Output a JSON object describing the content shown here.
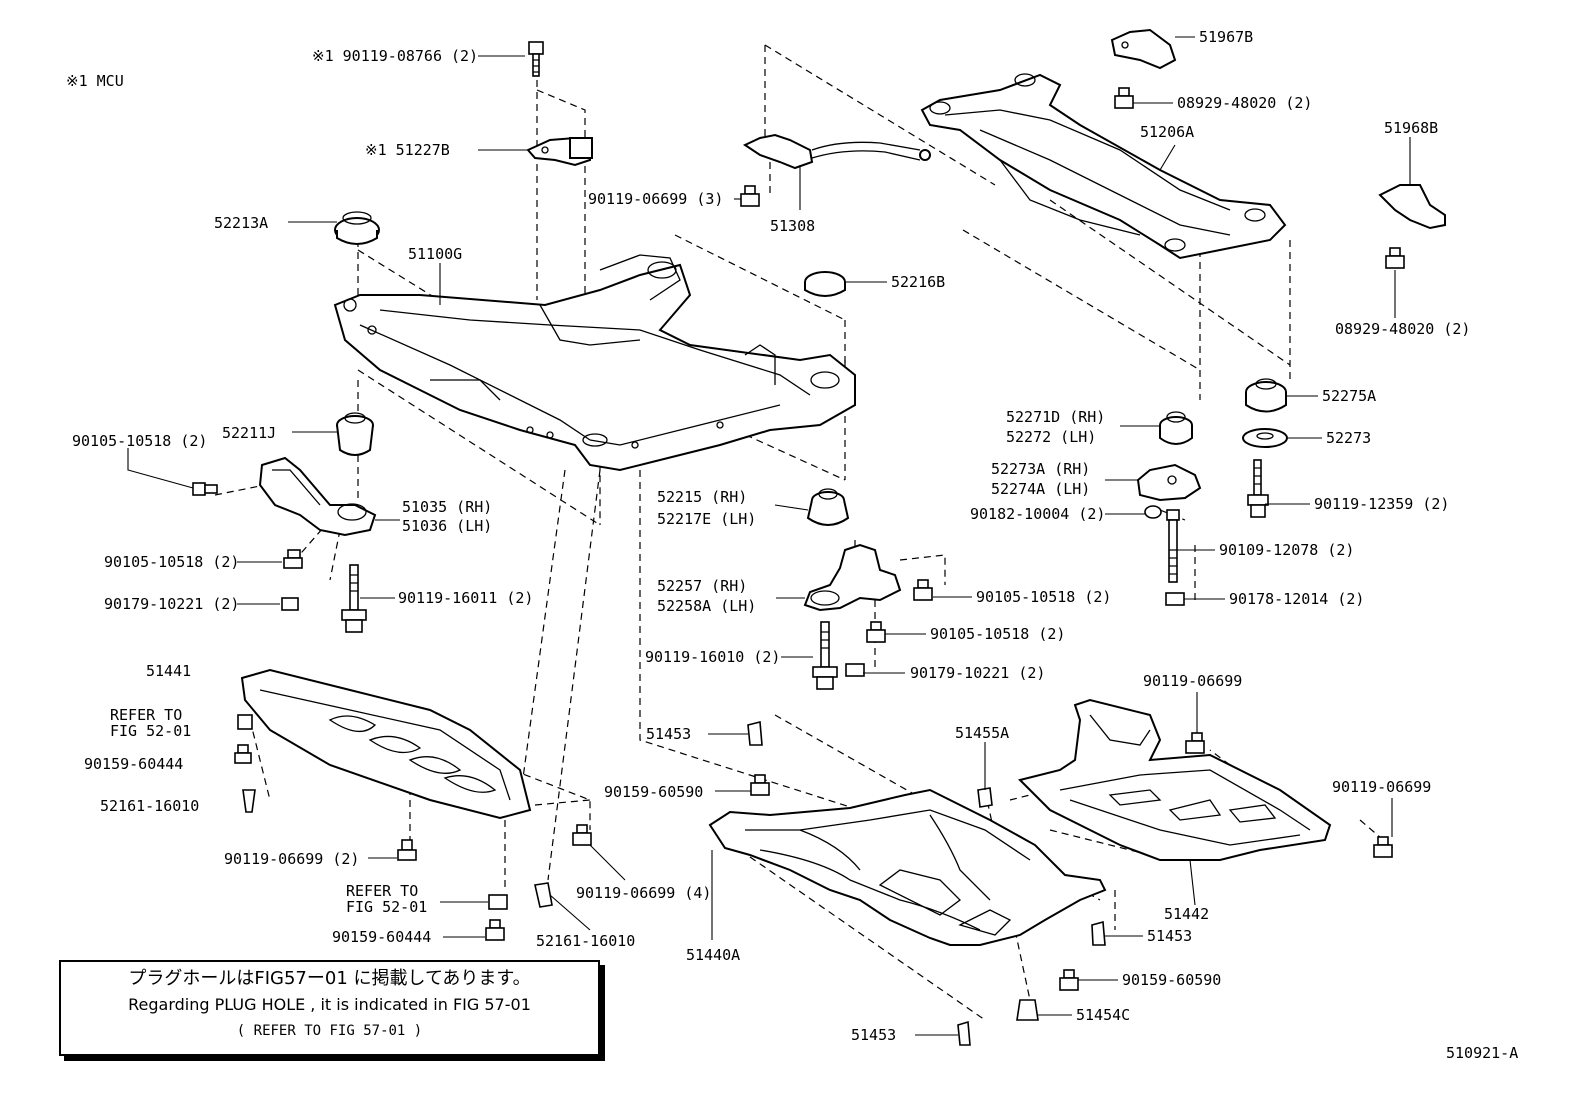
{
  "note": {
    "model_note": "※1  MCU",
    "plug_hole_jp": "プラグホールはFIG57ー01 に掲載してあります。",
    "plug_hole_en": "Regarding PLUG HOLE , it is indicated in FIG 57-01",
    "refer": "( REFER TO FIG 57-01 )"
  },
  "figure_id": "510921-A",
  "labels": [
    "※1 90119-08766 (2)",
    "※1  51227B",
    "52213A",
    "51100G",
    "52211J",
    "90105-10518 (2)",
    "51035 (RH)",
    "51036 (LH)",
    "90105-10518 (2)",
    "90179-10221 (2)",
    "90119-16011 (2)",
    "51441",
    "REFER TO",
    "FIG 52-01",
    "90159-60444",
    "52161-16010",
    "90119-06699 (2)",
    "REFER TO",
    "FIG 52-01",
    "90159-60444",
    "90119-06699 (4)",
    "52161-16010",
    "90119-06699 (3)",
    "51308",
    "52216B",
    "52215  (RH)",
    "52217E (LH)",
    "52257  (RH)",
    "52258A (LH)",
    "90105-10518 (2)",
    "90105-10518 (2)",
    "90119-16010 (2)",
    "90179-10221 (2)",
    "51453",
    "90159-60590",
    "51455A",
    "51440A",
    "51453",
    "51967B",
    "08929-48020 (2)",
    "51206A",
    "51968B",
    "08929-48020 (2)",
    "52275A",
    "52271D (RH)",
    "52272  (LH)",
    "52273",
    "52273A (RH)",
    "52274A (LH)",
    "90182-10004 (2)",
    "90119-12359 (2)",
    "90109-12078 (2)",
    "90178-12014 (2)",
    "90119-06699",
    "90119-06699",
    "51442",
    "51453",
    "90159-60590",
    "51454C"
  ]
}
